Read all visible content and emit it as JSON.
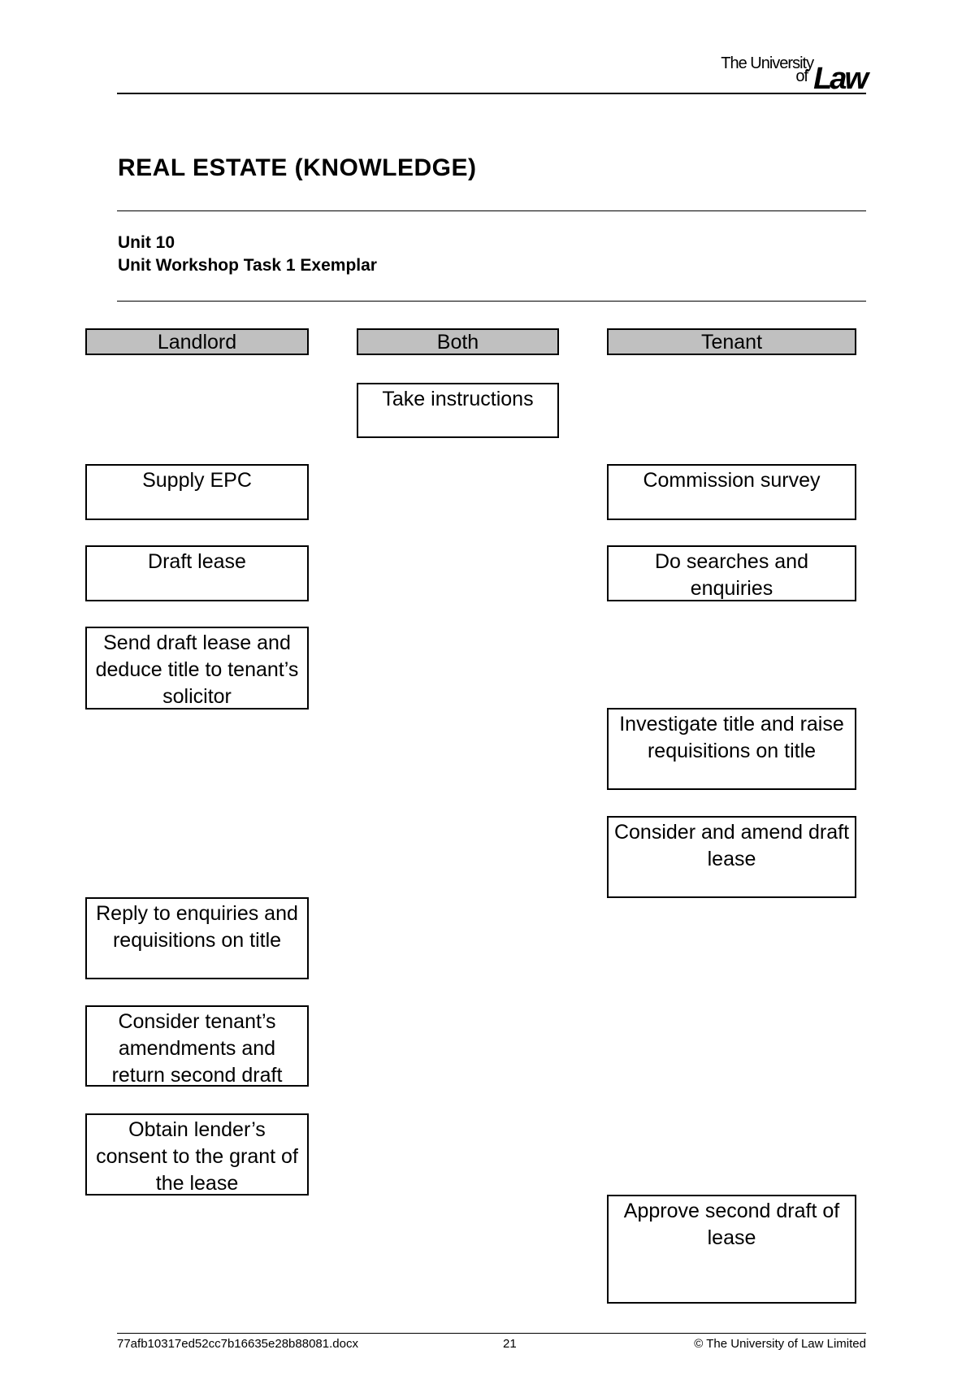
{
  "header": {
    "logo_the_university": "The University",
    "logo_of": "of",
    "logo_law": "Law"
  },
  "document": {
    "title": "REAL ESTATE (KNOWLEDGE)",
    "unit": "Unit 10",
    "subtitle": "Unit Workshop Task 1 Exemplar"
  },
  "columns": {
    "landlord": "Landlord",
    "both": "Both",
    "tenant": "Tenant"
  },
  "tasks": {
    "take_instructions": "Take instructions",
    "supply_epc": "Supply EPC",
    "commission_survey": "Commission survey",
    "draft_lease": "Draft lease",
    "do_searches": "Do searches and enquiries",
    "send_draft_lease": "Send draft lease and deduce title to tenant’s solicitor",
    "investigate_title": "Investigate title and raise requisitions on title",
    "consider_amend": "Consider and amend draft lease",
    "reply_enquiries": "Reply to enquiries and requisitions on title",
    "consider_tenant_amendments": "Consider tenant’s amendments and return second draft",
    "obtain_consent": "Obtain lender’s consent to the grant of the lease",
    "approve_second_draft": "Approve second draft of lease"
  },
  "footer": {
    "filename": "77afb10317ed52cc7b16635e28b88081.docx",
    "page_number": "21",
    "copyright": "© The University of Law Limited"
  }
}
